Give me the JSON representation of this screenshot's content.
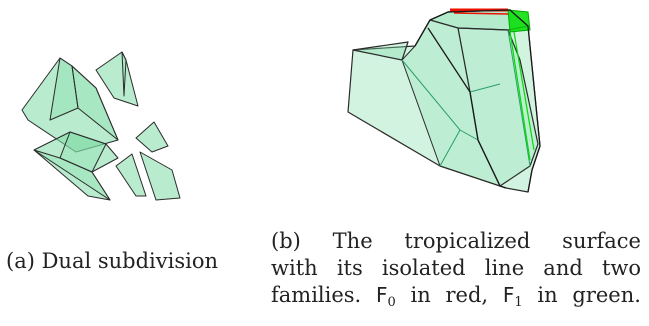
{
  "figure_a": {
    "caption_label": "(a)",
    "caption_text": "Dual subdivision"
  },
  "figure_b": {
    "caption_label": "(b)",
    "caption_line1": "The tropicalized surface",
    "caption_line2": "with its isolated line and two",
    "caption_line3_pre": "families.",
    "family0_symbol": "F",
    "family0_index": "0",
    "family0_text": "in red,",
    "family1_symbol": "F",
    "family1_index": "1",
    "family1_text": "in green."
  },
  "colors": {
    "face_fill": "#7fdca6",
    "edge": "#2b2b2b",
    "family0": "#ee1100",
    "family1": "#00dd00"
  }
}
